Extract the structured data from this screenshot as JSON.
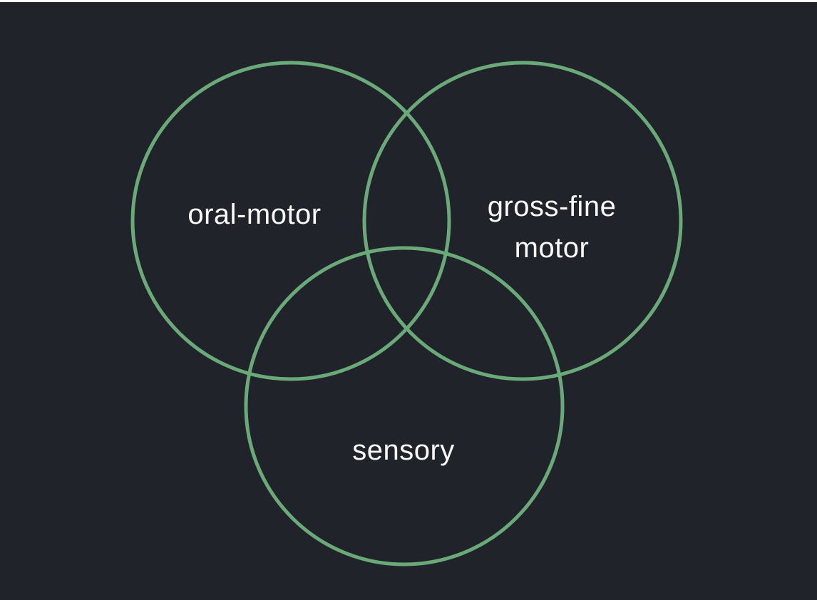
{
  "diagram": {
    "type": "venn",
    "sets": [
      {
        "label": "oral-motor",
        "lines": [
          "oral-motor"
        ]
      },
      {
        "label": "gross-fine motor",
        "lines": [
          "gross-fine",
          "motor"
        ]
      },
      {
        "label": "sensory",
        "lines": [
          "sensory"
        ]
      }
    ],
    "colors": {
      "background": "#20242a",
      "circle_stroke": "#69aa78",
      "label_text": "#fafafa",
      "top_strip": "#ffffff"
    }
  }
}
